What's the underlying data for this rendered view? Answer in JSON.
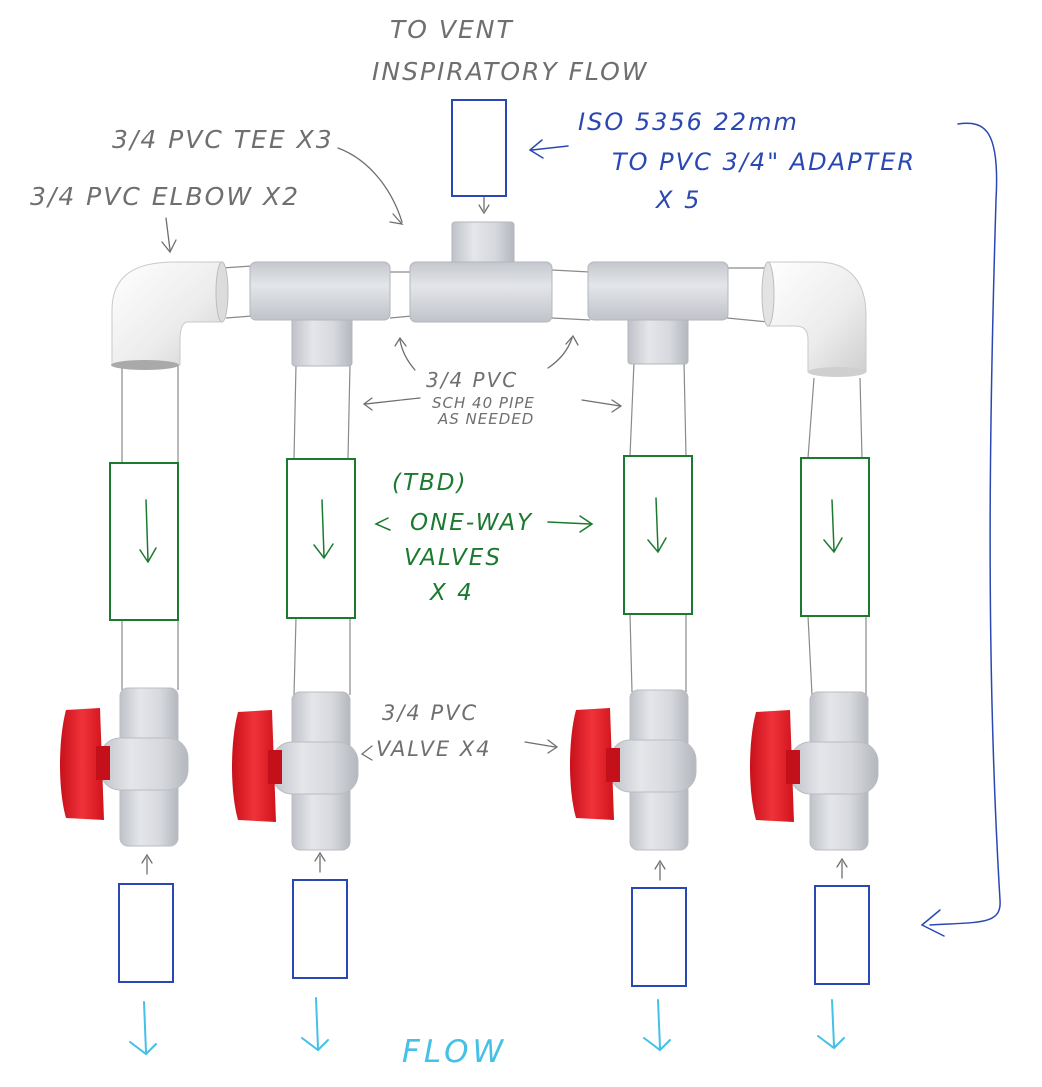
{
  "labels": {
    "vent_line1": "TO VENT",
    "vent_line2": "INSPIRATORY FLOW",
    "tee_note": "3/4 PVC TEE X3",
    "elbow_note": "3/4 PVC ELBOW X2",
    "adapter_line1": "ISO 5356 22mm",
    "adapter_line2": "TO PVC 3/4\" ADAPTER",
    "adapter_line3": "X 5",
    "pipe_line1": "3/4 PVC",
    "pipe_line2": "SCH 40 PIPE",
    "pipe_line3": "AS NEEDED",
    "oneway_line1": "(TBD)",
    "oneway_line2": "ONE-WAY",
    "oneway_line3": "VALVES",
    "oneway_line4": "X 4",
    "valve_line1": "3/4 PVC",
    "valve_line2": "VALVE X4",
    "flow_label": "FLOW"
  },
  "colors": {
    "pipe_fitting": "#d9dbe0",
    "pipe_white": "#f2f2f2",
    "adapter_box": "#2a48b3",
    "oneway_box": "#1b7a2e",
    "handle": "#e8202a",
    "flow_arrow": "#45c0e6",
    "annotation": "#6f6f6f"
  }
}
